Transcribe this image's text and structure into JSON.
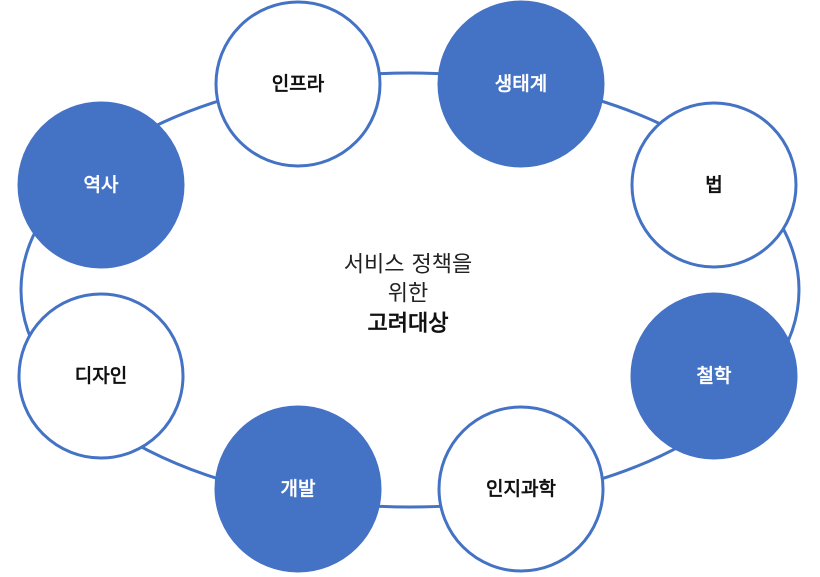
{
  "colors": {
    "accent": "#4472c4",
    "node_stroke": "#4472c4",
    "filled_text": "#ffffff",
    "outline_text": "#111111",
    "outline_fill": "#ffffff"
  },
  "center": {
    "line1": "서비스 정책을",
    "line2": "위한",
    "line3": "고려대상"
  },
  "nodes": [
    {
      "label": "인프라",
      "filled": false
    },
    {
      "label": "생태계",
      "filled": true
    },
    {
      "label": "법",
      "filled": false
    },
    {
      "label": "철학",
      "filled": true
    },
    {
      "label": "인지과학",
      "filled": false
    },
    {
      "label": "개발",
      "filled": true
    },
    {
      "label": "디자인",
      "filled": false
    },
    {
      "label": "역사",
      "filled": true
    }
  ]
}
